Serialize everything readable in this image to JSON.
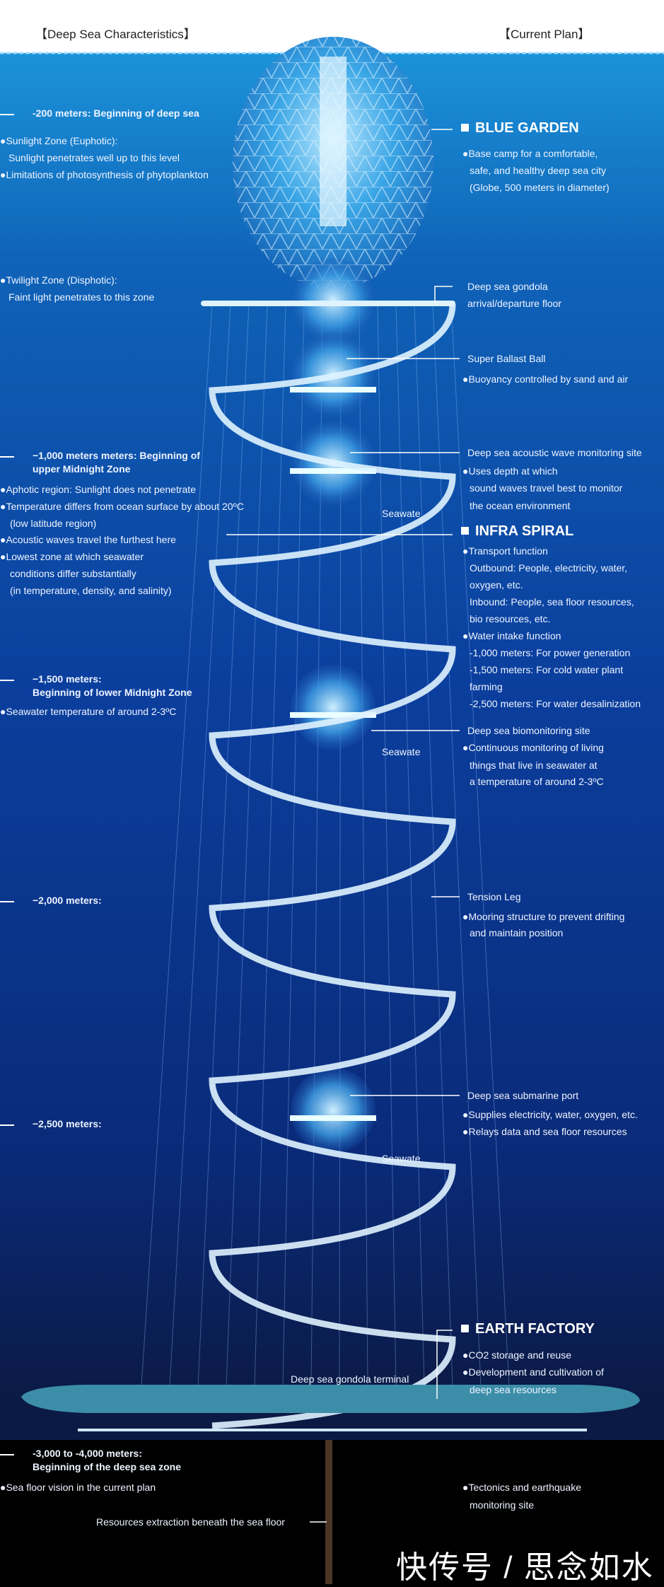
{
  "headers": {
    "left": "【Deep Sea Characteristics】",
    "right": "【Current Plan】"
  },
  "left": {
    "d200": "-200 meters: Beginning of deep sea",
    "sunlight": [
      "●Sunlight Zone (Euphotic):",
      "Sunlight penetrates well up to this level",
      "●Limitations of photosynthesis of phytoplankton"
    ],
    "twilight": [
      "●Twilight Zone (Disphotic):",
      "Faint light penetrates to this zone"
    ],
    "d1000": [
      "−1,000 meters   meters: Beginning of",
      "upper Midnight Zone"
    ],
    "midnight": [
      "●Aphotic region: Sunlight does not penetrate",
      "●Temperature differs from ocean surface by about 20ºC",
      "(low latitude region)",
      "●Acoustic waves travel the furthest here",
      "●Lowest zone at which seawater",
      "conditions differ substantially",
      "(in temperature, density, and salinity)"
    ],
    "d1500": [
      "−1,500 meters:",
      "Beginning of lower Midnight Zone"
    ],
    "lower": "●Seawater temperature of around 2-3ºC",
    "d2000": "−2,000 meters:",
    "d2500": "−2,500 meters:",
    "d3000": [
      "-3,000 to -4,000 meters:",
      "Beginning of the deep sea zone"
    ],
    "seafloor": "●Sea floor vision in the current plan",
    "resources": "Resources extraction beneath the sea floor"
  },
  "right": {
    "blue_garden": {
      "title": "BLUE GARDEN",
      "lines": [
        "●Base camp for a comfortable,",
        "safe, and healthy deep sea city",
        "(Globe, 500 meters in diameter)"
      ]
    },
    "gondola": [
      "Deep sea gondola",
      "arrival/departure floor"
    ],
    "ballast": [
      "Super Ballast Ball",
      "●Buoyancy controlled by sand and air"
    ],
    "acoustic": [
      "Deep sea acoustic wave monitoring site",
      "●Uses depth at which",
      "sound waves travel best to monitor",
      "the ocean environment"
    ],
    "infra_spiral": {
      "title": "INFRA SPIRAL",
      "lines": [
        "●Transport function",
        "Outbound: People, electricity, water,",
        "oxygen, etc.",
        "Inbound: People, sea floor resources,",
        "bio resources, etc.",
        "●Water intake function",
        "-1,000 meters: For power generation",
        "-1,500 meters: For cold water plant",
        "farming",
        "-2,500 meters: For water desalinization"
      ]
    },
    "bio": [
      "Deep sea biomonitoring site",
      "●Continuous monitoring of living",
      "things that live in seawater at",
      "a temperature of around 2-3ºC"
    ],
    "tension": [
      "Tension Leg",
      "●Mooring structure to prevent drifting",
      "and maintain position"
    ],
    "port": [
      "Deep sea submarine port",
      "●Supplies electricity, water, oxygen, etc.",
      "●Relays data and sea floor resources"
    ],
    "earth_factory": {
      "title": "EARTH FACTORY",
      "lines": [
        "●CO2 storage and reuse",
        "●Development and cultivation of",
        "deep sea resources"
      ]
    },
    "tectonics": [
      "●Tectonics and earthquake",
      "monitoring site"
    ]
  },
  "diagram": {
    "seawater": "Seawate",
    "terminal": "Deep sea gondola terminal"
  },
  "watermark": "快传号 / 思念如水",
  "colors": {
    "sea_top": "#1a8fd6",
    "sea_deep": "#0a2f8c",
    "floor": "#000000"
  }
}
